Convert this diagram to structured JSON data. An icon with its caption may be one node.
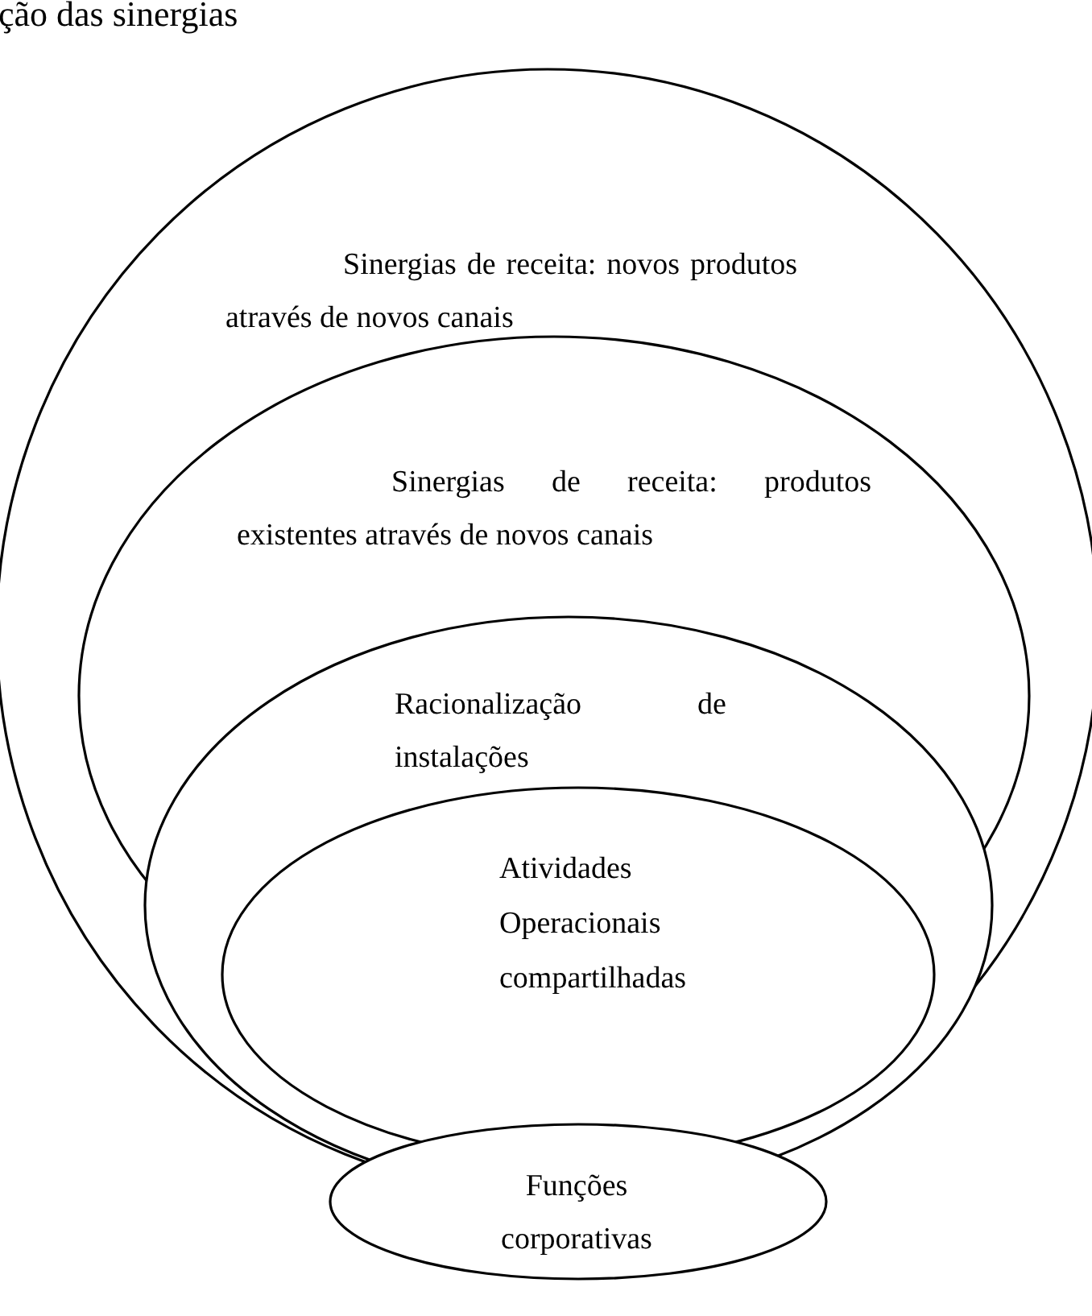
{
  "diagram": {
    "title": "ção das sinergias",
    "nodes": [
      {
        "text": [
          "Sinergias de receita: novos produtos através de novos canais"
        ]
      },
      {
        "text": [
          "Sinergias de receita: produtos existentes através de novos canais"
        ],
        "in": 0
      },
      {
        "text": [
          "Racionalização de instalações"
        ],
        "in": 0
      },
      {
        "text": [
          "Atividades Operacionais compartilhadas"
        ],
        "in": 2
      },
      {
        "text": [
          "Funções corporativas"
        ]
      }
    ]
  }
}
